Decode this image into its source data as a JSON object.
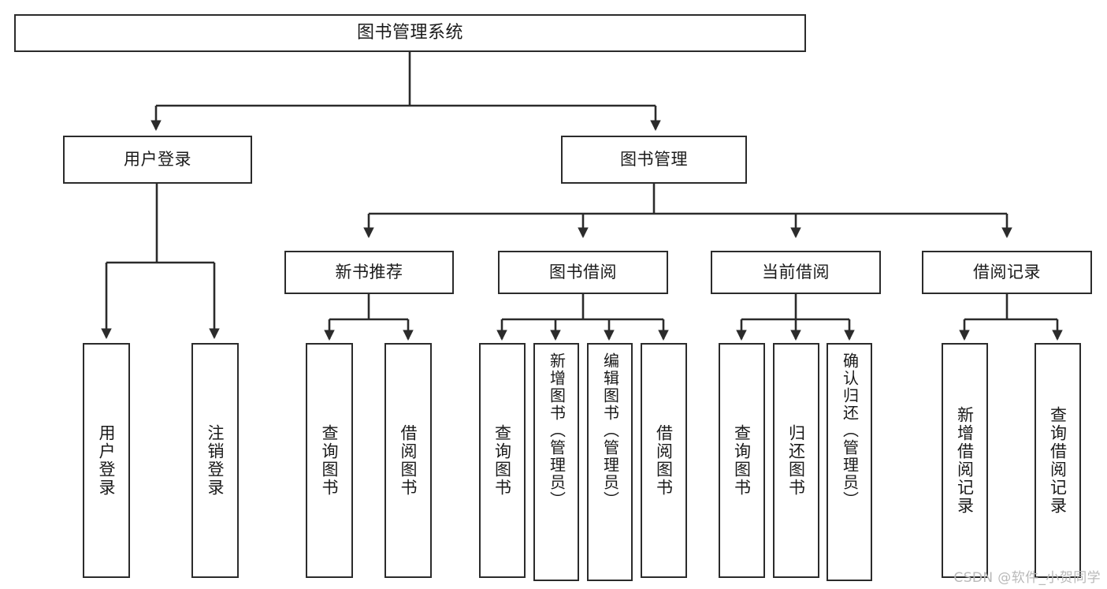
{
  "diagram": {
    "title": "图书管理系统",
    "type": "tree",
    "background": "#ffffff",
    "line_color": "#2b2b2b",
    "box_border_color": "#2b2b2b",
    "box_fill": "#ffffff",
    "text_color": "#1a1a1a"
  },
  "nodes": {
    "root": {
      "label": "图书管理系统",
      "level": 1
    },
    "l2": [
      {
        "id": "user-login",
        "label": "用户登录",
        "level": 2
      },
      {
        "id": "book-manage",
        "label": "图书管理",
        "level": 2
      }
    ],
    "l3": [
      {
        "id": "new-book-recommend",
        "label": "新书推荐",
        "level": 3,
        "parent": "book-manage"
      },
      {
        "id": "book-borrow",
        "label": "图书借阅",
        "level": 3,
        "parent": "book-manage"
      },
      {
        "id": "current-borrow",
        "label": "当前借阅",
        "level": 3,
        "parent": "book-manage"
      },
      {
        "id": "borrow-record",
        "label": "借阅记录",
        "level": 3,
        "parent": "book-manage"
      }
    ],
    "leaves": [
      {
        "id": "leaf-user-login",
        "label": "用户登录",
        "parent": "user-login"
      },
      {
        "id": "leaf-logout-login",
        "label": "注销登录",
        "parent": "user-login"
      },
      {
        "id": "leaf-query-book-1",
        "label": "查询图书",
        "parent": "new-book-recommend"
      },
      {
        "id": "leaf-borrow-book-1",
        "label": "借阅图书",
        "parent": "new-book-recommend"
      },
      {
        "id": "leaf-query-book-2",
        "label": "查询图书",
        "parent": "book-borrow"
      },
      {
        "id": "leaf-add-book",
        "label": "新增图书（管理员）",
        "parent": "book-borrow"
      },
      {
        "id": "leaf-edit-book",
        "label": "编辑图书（管理员）",
        "parent": "book-borrow"
      },
      {
        "id": "leaf-borrow-book-2",
        "label": "借阅图书",
        "parent": "book-borrow"
      },
      {
        "id": "leaf-query-book-3",
        "label": "查询图书",
        "parent": "current-borrow"
      },
      {
        "id": "leaf-return-book",
        "label": "归还图书",
        "parent": "current-borrow"
      },
      {
        "id": "leaf-confirm-return",
        "label": "确认归还（管理员）",
        "parent": "current-borrow"
      },
      {
        "id": "leaf-add-record",
        "label": "新增借阅记录",
        "parent": "borrow-record"
      },
      {
        "id": "leaf-query-record",
        "label": "查询借阅记录",
        "parent": "borrow-record"
      }
    ]
  },
  "watermark": {
    "text": "CSDN @软件_小贺同学"
  }
}
